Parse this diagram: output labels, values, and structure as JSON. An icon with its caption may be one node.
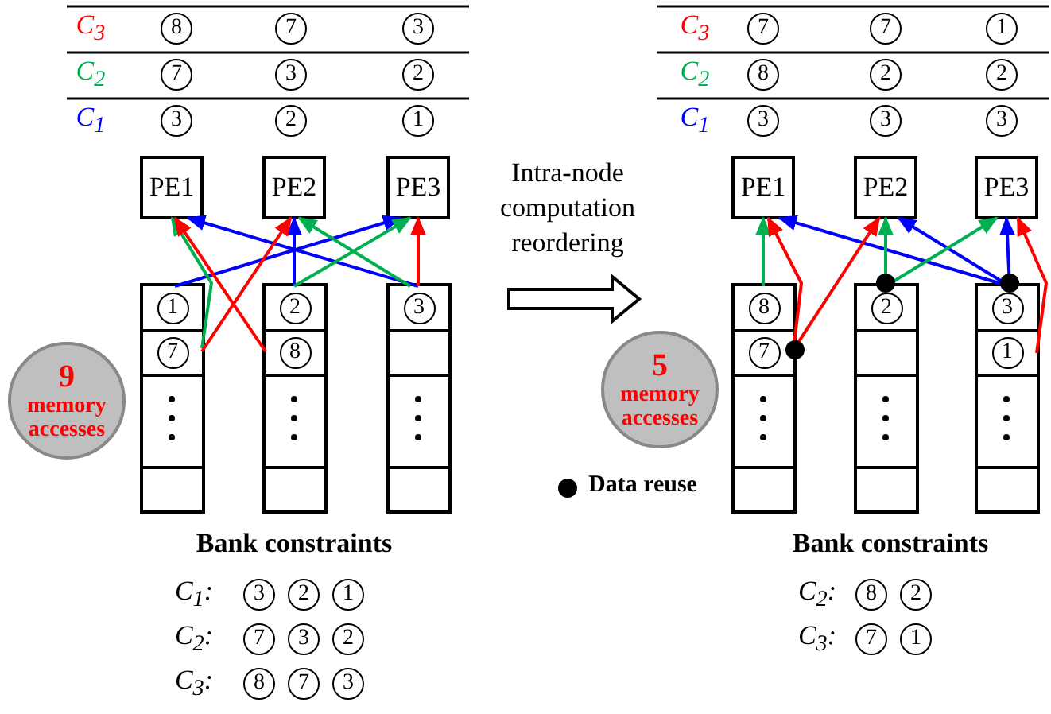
{
  "diagram": {
    "nodes": [
      {
        "text": [
          "PE1"
        ]
      },
      {
        "text": [
          "PE2"
        ]
      },
      {
        "text": [
          "PE3"
        ]
      },
      {
        "text": [],
        "shape": "box"
      },
      {
        "text": [
          "1"
        ],
        "in": 3
      },
      {
        "text": [
          "7"
        ],
        "in": 3
      },
      {
        "text": [],
        "shape": "box"
      },
      {
        "text": [
          "2"
        ],
        "in": 6
      },
      {
        "text": [
          "8"
        ],
        "in": 6
      },
      {
        "text": [],
        "shape": "box"
      },
      {
        "text": [
          "3"
        ],
        "in": 9
      },
      {
        "text": [
          "9",
          "memory accesses"
        ]
      },
      {
        "text": [
          "PE1"
        ]
      },
      {
        "text": [
          "PE2"
        ]
      },
      {
        "text": [
          "PE3"
        ]
      },
      {
        "text": [],
        "shape": "box"
      },
      {
        "text": [
          "8"
        ],
        "in": 15
      },
      {
        "text": [
          "7"
        ],
        "in": 15
      },
      {
        "text": [],
        "shape": "box"
      },
      {
        "text": [
          "2"
        ],
        "in": 18
      },
      {
        "text": [],
        "shape": "box"
      },
      {
        "text": [
          "3"
        ],
        "in": 20
      },
      {
        "text": [
          "1"
        ],
        "in": 20
      },
      {
        "text": [
          "5",
          "memory accesses"
        ]
      }
    ],
    "edges": [
      {
        "from": 10,
        "to": 0,
        "arrow": "to",
        "color": "#0000ff"
      },
      {
        "from": 7,
        "to": 1,
        "arrow": "to",
        "color": "#0000ff"
      },
      {
        "from": 4,
        "to": 2,
        "arrow": "to",
        "color": "#0000ff"
      },
      {
        "from": 5,
        "to": 0,
        "arrow": "to",
        "color": "#00b050"
      },
      {
        "from": 10,
        "to": 1,
        "arrow": "to",
        "color": "#00b050"
      },
      {
        "from": 7,
        "to": 2,
        "arrow": "to",
        "color": "#00b050"
      },
      {
        "from": 8,
        "to": 0,
        "arrow": "to",
        "color": "#ff0000"
      },
      {
        "from": 5,
        "to": 1,
        "arrow": "to",
        "color": "#ff0000"
      },
      {
        "from": 10,
        "to": 2,
        "arrow": "to",
        "color": "#ff0000"
      },
      {
        "from": 21,
        "to": 12,
        "arrow": "to",
        "color": "#0000ff"
      },
      {
        "from": 21,
        "to": 13,
        "arrow": "to",
        "color": "#0000ff"
      },
      {
        "from": 21,
        "to": 14,
        "arrow": "to",
        "color": "#0000ff"
      },
      {
        "from": 16,
        "to": 12,
        "arrow": "to",
        "color": "#00b050"
      },
      {
        "from": 19,
        "to": 13,
        "arrow": "to",
        "color": "#00b050"
      },
      {
        "from": 19,
        "to": 14,
        "arrow": "to",
        "color": "#00b050"
      },
      {
        "from": 17,
        "to": 12,
        "arrow": "to",
        "color": "#ff0000"
      },
      {
        "from": 17,
        "to": 13,
        "arrow": "to",
        "color": "#ff0000"
      },
      {
        "from": 22,
        "to": 14,
        "arrow": "to",
        "color": "#ff0000"
      }
    ],
    "labels": [
      "C$_{3}$",
      "8",
      "7",
      "3",
      "C$_{2}$",
      "7",
      "3",
      "2",
      "C$_{1}$",
      "3",
      "2",
      "1",
      "C$_{3}$",
      "7",
      "7",
      "1",
      "C$_{2}$",
      "8",
      "2",
      "2",
      "C$_{1}$",
      "3",
      "3",
      "3",
      "Intra-node computation reordering",
      "Bank constraints",
      "C$_{1}$:",
      "3",
      "2",
      "1",
      "C$_{2}$:",
      "7",
      "3",
      "2",
      "C$_{3}$:",
      "8",
      "7",
      "3",
      "Bank constraints",
      "C$_{2}$:",
      "8",
      "2",
      "C$_{3}$:",
      "7",
      "1"
    ],
    "legend": [
      {
        "text": "Data reuse"
      }
    ]
  }
}
